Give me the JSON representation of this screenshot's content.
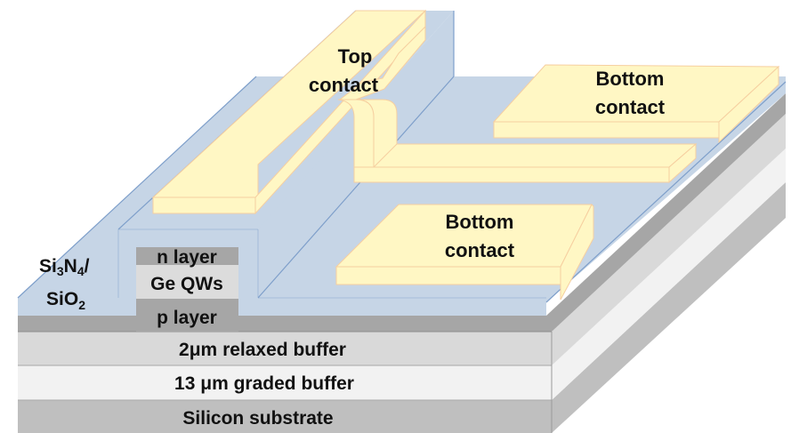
{
  "diagram": {
    "title": "Ge QW photodetector layer structure",
    "colors": {
      "contact": "#fff7c4",
      "contact_edge": "#f6cfa0",
      "passivation": "#c6d5e6",
      "passivation_edge": "#7e9fca",
      "doped_layer": "#a6a6a6",
      "qw_layer": "#dcdcdc",
      "relaxed_buffer": "#d9d9d9",
      "graded_buffer": "#f2f2f2",
      "substrate": "#bfbfbf"
    },
    "labels": {
      "top_contact_line1": "Top",
      "top_contact_line2": "contact",
      "bottom_contact_upper_line1": "Bottom",
      "bottom_contact_upper_line2": "contact",
      "bottom_contact_lower_line1": "Bottom",
      "bottom_contact_lower_line2": "contact",
      "passivation_si3n4_prefix": "Si",
      "passivation_si3n4_sub1": "3",
      "passivation_si3n4_mid": "N",
      "passivation_si3n4_sub2": "4",
      "passivation_si3n4_suffix": "/",
      "passivation_sio2_prefix": "SiO",
      "passivation_sio2_sub": "2",
      "n_layer": "n layer",
      "ge_qws": "Ge QWs",
      "p_layer": "p layer",
      "relaxed_buffer": "2μm relaxed buffer",
      "graded_buffer": "13 μm graded buffer",
      "substrate": "Silicon substrate"
    }
  }
}
